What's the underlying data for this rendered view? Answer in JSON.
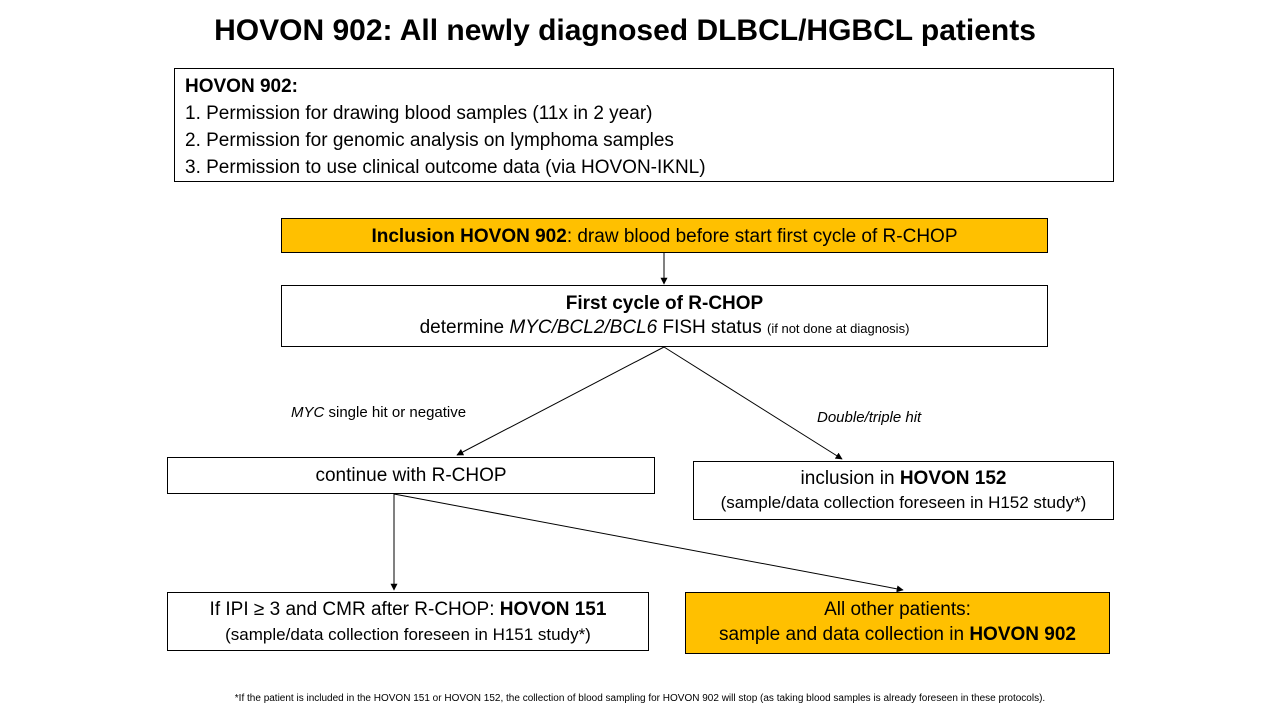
{
  "title": "HOVON 902: All newly diagnosed DLBCL/HGBCL patients",
  "info_box": {
    "heading": "HOVON  902:",
    "items": [
      "1. Permission for drawing blood samples (11x in 2 year)",
      "2. Permission for genomic analysis on lymphoma samples",
      "3. Permission to use clinical outcome data (via HOVON-IKNL)"
    ]
  },
  "inclusion_box": {
    "bold": "Inclusion  HOVON  902",
    "rest": ": draw blood before start first cycle of  R-CHOP",
    "color": "#FFC000"
  },
  "first_cycle_box": {
    "heading": "First cycle  of R-CHOP",
    "prefix": "determine ",
    "genes": "MYC/BCL2/BCL6",
    "middle": "  FISH status ",
    "note": "(if not done at diagnosis)"
  },
  "branch_left_label": {
    "italic": "MYC",
    "rest": " single hit or negative"
  },
  "branch_right_label": "Double/triple hit",
  "continue_box": "continue with R-CHOP",
  "hovon152_box": {
    "prefix": "inclusion in ",
    "bold": "HOVON  152",
    "sub": "(sample/data collection foreseen in H152 study*)"
  },
  "hovon151_box": {
    "prefix": "If  IPI ≥ 3 and CMR after R-CHOP: ",
    "bold": "HOVON  151",
    "sub": "(sample/data collection foreseen in H151 study*)"
  },
  "other_box": {
    "line1": "All other patients:",
    "prefix": "sample and data collection in ",
    "bold": "HOVON  902",
    "color": "#FFC000"
  },
  "footnote": "*If the patient is included in the HOVON  151 or HOVON  152, the collection of blood sampling for HOVON 902 will stop (as taking blood samples is already foreseen in these protocols)."
}
